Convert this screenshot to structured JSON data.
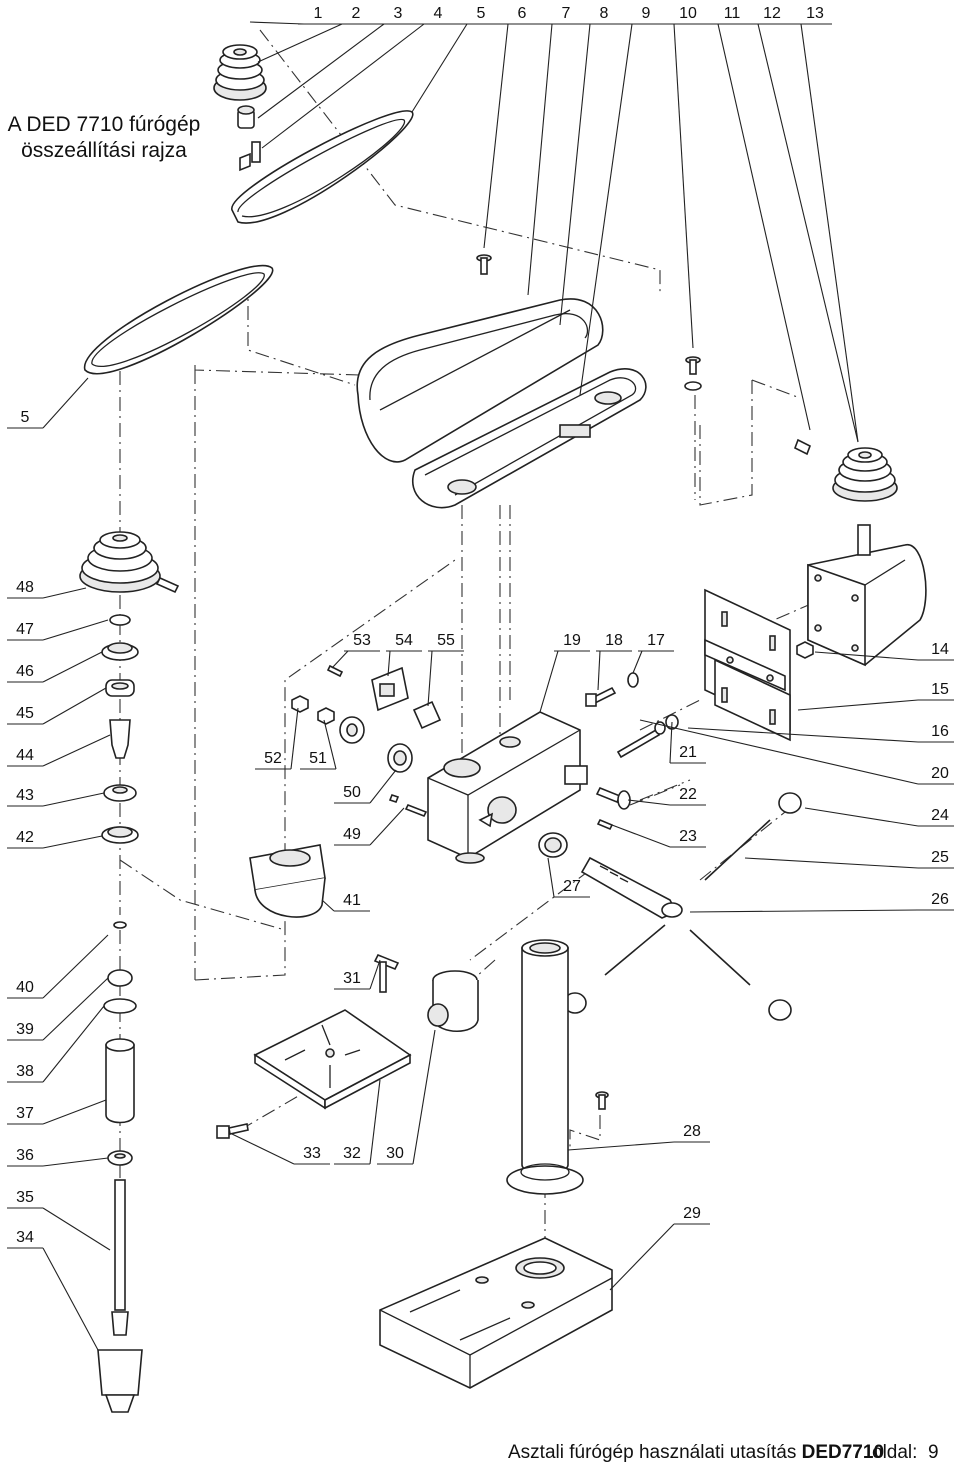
{
  "title": {
    "line1": "A DED 7710 fúrógép",
    "line2": "összeállítási rajza"
  },
  "footer": {
    "doc_title": "Asztali fúrógép használati utasítás",
    "model": "DED7710",
    "page_label": "oldal:",
    "page_number": "9"
  },
  "part_numbers": [
    "1",
    "2",
    "3",
    "4",
    "5",
    "6",
    "7",
    "8",
    "9",
    "10",
    "11",
    "12",
    "13",
    "14",
    "15",
    "16",
    "17",
    "18",
    "19",
    "20",
    "21",
    "22",
    "23",
    "24",
    "25",
    "26",
    "27",
    "28",
    "29",
    "30",
    "31",
    "32",
    "33",
    "34",
    "35",
    "36",
    "37",
    "38",
    "39",
    "40",
    "41",
    "42",
    "43",
    "44",
    "45",
    "46",
    "47",
    "48",
    "49",
    "50",
    "51",
    "52",
    "53",
    "54",
    "55"
  ],
  "parts": [
    {
      "n": "1"
    },
    {
      "n": "2"
    },
    {
      "n": "3"
    },
    {
      "n": "4"
    },
    {
      "n": "5"
    },
    {
      "n": "6"
    },
    {
      "n": "7"
    },
    {
      "n": "8"
    },
    {
      "n": "9"
    },
    {
      "n": "10"
    },
    {
      "n": "11"
    },
    {
      "n": "12"
    },
    {
      "n": "13"
    },
    {
      "n": "14"
    },
    {
      "n": "15"
    },
    {
      "n": "16"
    },
    {
      "n": "17"
    },
    {
      "n": "18"
    },
    {
      "n": "19"
    },
    {
      "n": "20"
    },
    {
      "n": "21"
    },
    {
      "n": "22"
    },
    {
      "n": "23"
    },
    {
      "n": "24"
    },
    {
      "n": "25"
    },
    {
      "n": "26"
    },
    {
      "n": "27"
    },
    {
      "n": "28"
    },
    {
      "n": "29"
    },
    {
      "n": "30"
    },
    {
      "n": "31"
    },
    {
      "n": "32"
    },
    {
      "n": "33"
    },
    {
      "n": "34"
    },
    {
      "n": "35"
    },
    {
      "n": "36"
    },
    {
      "n": "37"
    },
    {
      "n": "38"
    },
    {
      "n": "39"
    },
    {
      "n": "40"
    },
    {
      "n": "41"
    },
    {
      "n": "42"
    },
    {
      "n": "43"
    },
    {
      "n": "44"
    },
    {
      "n": "45"
    },
    {
      "n": "46"
    },
    {
      "n": "47"
    },
    {
      "n": "48"
    },
    {
      "n": "49"
    },
    {
      "n": "50"
    },
    {
      "n": "51"
    },
    {
      "n": "52"
    },
    {
      "n": "53"
    },
    {
      "n": "54"
    },
    {
      "n": "55"
    }
  ]
}
